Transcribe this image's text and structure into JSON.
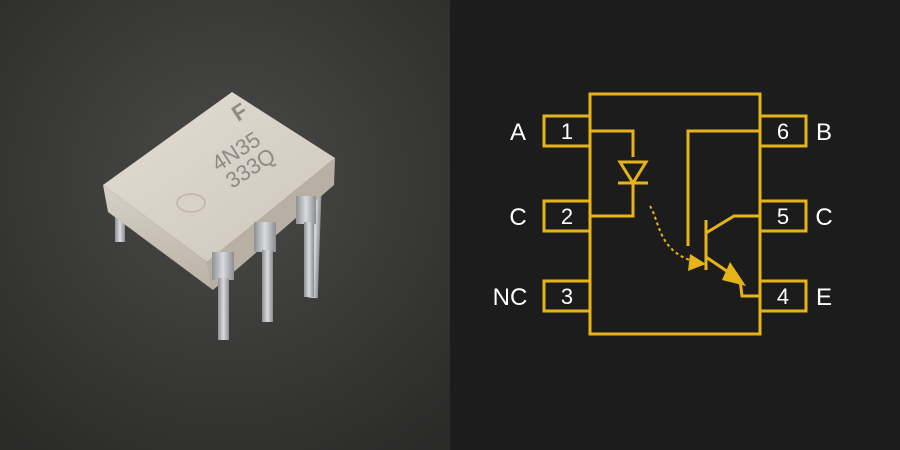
{
  "photo": {
    "chip_marking_line1": "4N35",
    "chip_marking_line2": "333Q",
    "logo_letter": "F"
  },
  "diagram": {
    "stroke_color": "#e6b418",
    "background_color": "#1c1c1c",
    "pins": [
      {
        "number": "1",
        "label": "A"
      },
      {
        "number": "2",
        "label": "C"
      },
      {
        "number": "3",
        "label": "NC"
      },
      {
        "number": "4",
        "label": "E"
      },
      {
        "number": "5",
        "label": "C"
      },
      {
        "number": "6",
        "label": "B"
      }
    ]
  }
}
